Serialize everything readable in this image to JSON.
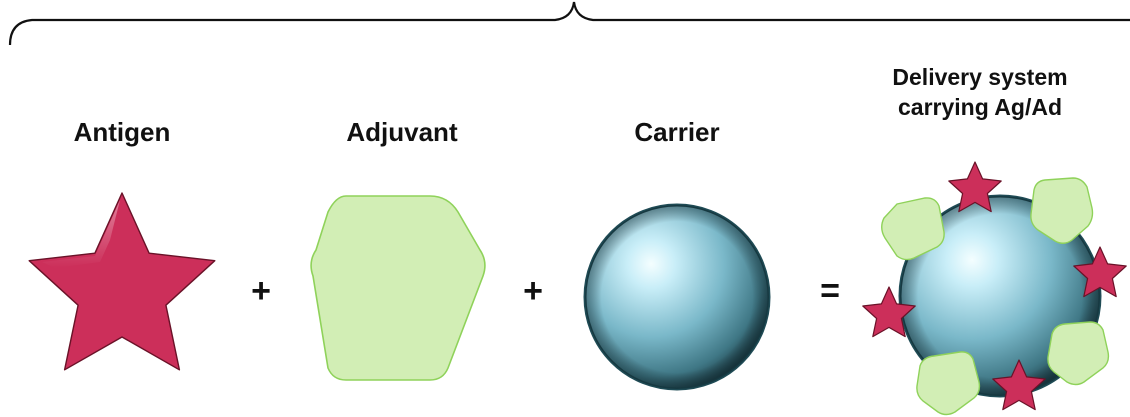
{
  "labels": {
    "antigen": "Antigen",
    "adjuvant": "Adjuvant",
    "carrier": "Carrier",
    "delivery_line1": "Delivery system",
    "delivery_line2": "carrying Ag/Ad"
  },
  "operators": {
    "plus1": "+",
    "plus2": "+",
    "equals": "="
  },
  "colors": {
    "antigen_fill": "#cc2f5a",
    "adjuvant_fill": "#d2eeb5",
    "adjuvant_stroke": "#8fd25a",
    "carrier_main": "#7ab8c9",
    "carrier_light": "#e8fbff",
    "carrier_stroke": "#1f4b55"
  },
  "icons": {
    "antigen": "star-shape",
    "adjuvant": "rounded-pentagon-shape",
    "carrier": "sphere-shape",
    "delivery": "loaded-sphere-shape"
  }
}
